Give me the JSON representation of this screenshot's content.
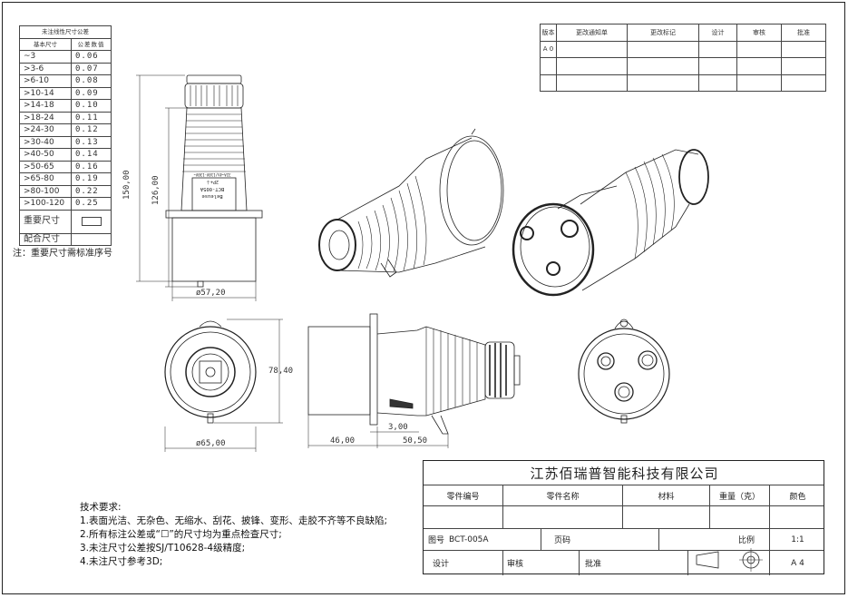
{
  "tolerance_table": {
    "title": "未注线性尺寸公差",
    "col_basic": "基本尺寸",
    "col_tol": "公差数值",
    "rows": [
      {
        "size": "~3",
        "tol": "0.06"
      },
      {
        "size": ">3-6",
        "tol": "0.07"
      },
      {
        "size": ">6-10",
        "tol": "0.08"
      },
      {
        "size": ">10-14",
        "tol": "0.09"
      },
      {
        "size": ">14-18",
        "tol": "0.10"
      },
      {
        "size": ">18-24",
        "tol": "0.11"
      },
      {
        "size": ">24-30",
        "tol": "0.12"
      },
      {
        "size": ">30-40",
        "tol": "0.13"
      },
      {
        "size": ">40-50",
        "tol": "0.14"
      },
      {
        "size": ">50-65",
        "tol": "0.16"
      },
      {
        "size": ">65-80",
        "tol": "0.19"
      },
      {
        "size": ">80-100",
        "tol": "0.22"
      },
      {
        "size": ">100-120",
        "tol": "0.25"
      }
    ],
    "important_label": "重要尺寸",
    "fit_label": "配合尺寸",
    "note": "注：重要尺寸需标准序号"
  },
  "revision_table": {
    "headers": [
      "版本",
      "更改通知单",
      "更改标记",
      "设计",
      "审核",
      "批准"
    ],
    "version": "A 0"
  },
  "dimensions": {
    "overall_height": "150,00",
    "body_height": "126,00",
    "bottom_diameter": "ø57,20",
    "front_diameter": "ø65,00",
    "front_height": "78,40",
    "side_offset": "3,00",
    "side_left": "46,00",
    "side_right": "50,50"
  },
  "product_label": {
    "brand": "Beleuse",
    "model": "BCT-005A",
    "poles": "2P+⏚",
    "rating": "32A~4h/110V-130V~"
  },
  "requirements": {
    "title": "技术要求:",
    "items": [
      "1.表面光洁、无杂色、无缩水、刮花、披锋、变形、走胶不齐等不良缺陷;",
      "2.所有标注公差或“☐”的尺寸均为重点检查尺寸;",
      "3.未注尺寸公差按SJ/T10628-4级精度;",
      "4.未注尺寸参考3D;"
    ]
  },
  "title_block": {
    "company": "江苏佰瑞普智能科技有限公司",
    "part_no_label": "零件编号",
    "part_name_label": "零件名称",
    "material_label": "材料",
    "weight_label": "重量（克）",
    "color_label": "颜色",
    "drawing_no_label": "图号",
    "drawing_no": "BCT-005A",
    "page_label": "页码",
    "scale_label": "比例",
    "scale": "1:1",
    "design_label": "设计",
    "review_label": "审核",
    "approve_label": "批准",
    "sheet_size": "A 4"
  }
}
